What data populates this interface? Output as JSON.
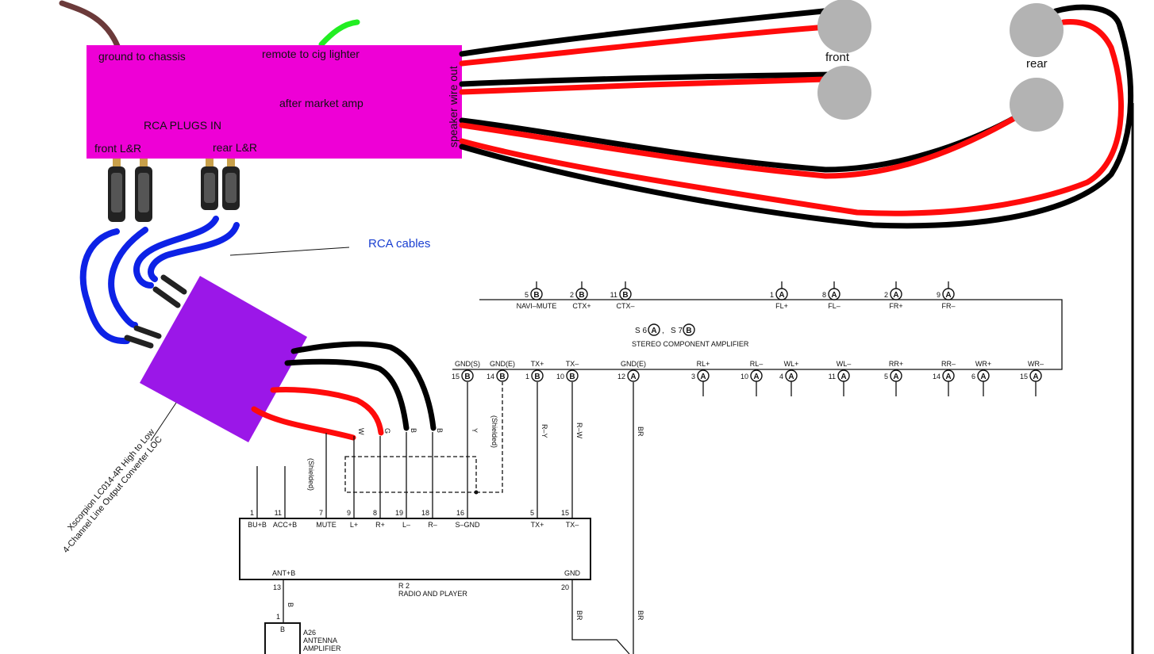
{
  "amp": {
    "ground": "ground to chassis",
    "remote": "remote to cig lighter",
    "title": "after market amp",
    "rca_in": "RCA PLUGS IN",
    "front_lr": "front L&R",
    "rear_lr": "rear L&R",
    "speaker_out": "speaker wire out",
    "color": "#ee00d6"
  },
  "speakers": {
    "front": "front",
    "rear": "rear"
  },
  "rca_cables": "RCA cables",
  "converter": {
    "line1": "Xscorpion LC014-4R High to Low",
    "line2": "4-Channel Line Output Converter LOC",
    "color": "#9b17e8"
  },
  "wire_tags": {
    "w": "W",
    "g": "G",
    "b1": "B",
    "b2": "B",
    "y": "Y",
    "ry": "R–Y",
    "rw": "R–W",
    "br1": "BR",
    "br2": "BR",
    "br3": "BR",
    "ant_b": "B"
  },
  "shielded": "(Shielded)",
  "stereo_amp": {
    "name": "STEREO COMPONENT AMPLIFIER",
    "ids": {
      "s6": "S 6",
      "s7": "S 7",
      "s6_conn": "A",
      "s7_conn": "B",
      "sep": ","
    },
    "top_pins": [
      {
        "num": "5",
        "conn": "B",
        "label": "NAVI–MUTE"
      },
      {
        "num": "2",
        "conn": "B",
        "label": "CTX+"
      },
      {
        "num": "11",
        "conn": "B",
        "label": "CTX–"
      },
      {
        "num": "1",
        "conn": "A",
        "label": "FL+"
      },
      {
        "num": "8",
        "conn": "A",
        "label": "FL–"
      },
      {
        "num": "2",
        "conn": "A",
        "label": "FR+"
      },
      {
        "num": "9",
        "conn": "A",
        "label": "FR–"
      }
    ],
    "bottom_pins": [
      {
        "num": "15",
        "conn": "B",
        "label": "GND(S)"
      },
      {
        "num": "14",
        "conn": "B",
        "label": "GND(E)"
      },
      {
        "num": "1",
        "conn": "B",
        "label": "TX+"
      },
      {
        "num": "10",
        "conn": "B",
        "label": "TX–"
      },
      {
        "num": "12",
        "conn": "A",
        "label": "GND(E)"
      },
      {
        "num": "3",
        "conn": "A",
        "label": "RL+"
      },
      {
        "num": "10",
        "conn": "A",
        "label": "RL–"
      },
      {
        "num": "4",
        "conn": "A",
        "label": "WL+"
      },
      {
        "num": "11",
        "conn": "A",
        "label": "WL–"
      },
      {
        "num": "5",
        "conn": "A",
        "label": "RR+"
      },
      {
        "num": "14",
        "conn": "A",
        "label": "RR–"
      },
      {
        "num": "6",
        "conn": "A",
        "label": "WR+"
      },
      {
        "num": "15",
        "conn": "A",
        "label": "WR–"
      }
    ]
  },
  "radio": {
    "id": "R 2",
    "name": "RADIO AND PLAYER",
    "pins": [
      {
        "num": "1",
        "label": "BU+B"
      },
      {
        "num": "11",
        "label": "ACC+B"
      },
      {
        "num": "7",
        "label": "MUTE"
      },
      {
        "num": "9",
        "label": "L+"
      },
      {
        "num": "8",
        "label": "R+"
      },
      {
        "num": "19",
        "label": "L–"
      },
      {
        "num": "18",
        "label": "R–"
      },
      {
        "num": "16",
        "label": "S–GND"
      },
      {
        "num": "5",
        "label": "TX+"
      },
      {
        "num": "15",
        "label": "TX–"
      }
    ],
    "ant": {
      "num": "13",
      "label": "ANT+B"
    },
    "gnd": {
      "num": "20",
      "label": "GND"
    }
  },
  "antenna": {
    "pin": "1",
    "conn": "B",
    "id": "A26",
    "line1": "ANTENNA",
    "line2": "AMPLIFIER"
  }
}
